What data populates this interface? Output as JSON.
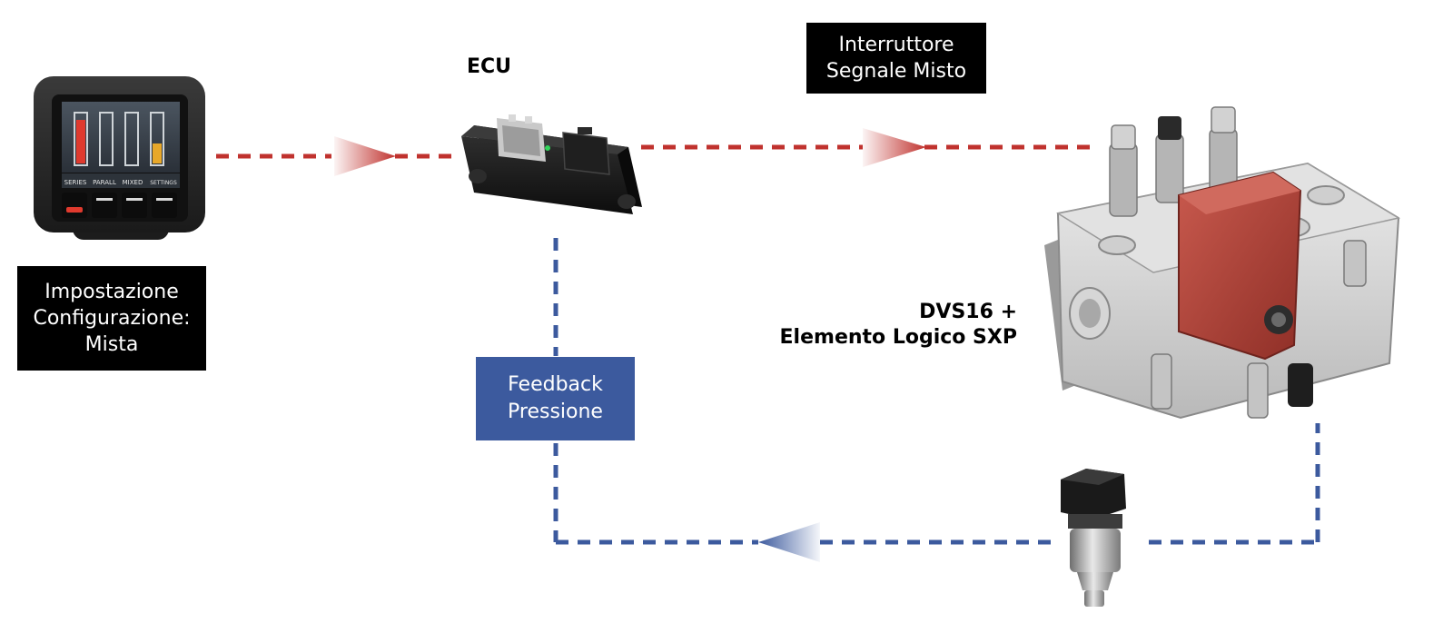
{
  "display_device": {
    "buttons": [
      "SERIES",
      "PARALL",
      "MIXED",
      "SETTINGS"
    ]
  },
  "labels": {
    "config_setting": [
      "Impostazione",
      "Configurazione:",
      "Mista"
    ],
    "ecu": "ECU",
    "switch_signal": [
      "Interruttore",
      "Segnale Misto"
    ],
    "pressure_feedback": [
      "Feedback",
      "Pressione"
    ],
    "valve_block": [
      "DVS16 +",
      "Elemento Logico SXP"
    ]
  },
  "colors": {
    "signal_line": "#c0322e",
    "feedback_line": "#3c5a9e",
    "valve_red": "#b5443a",
    "label_bg": "#000000",
    "feedback_box": "#3c5a9e"
  },
  "icons": [
    "display-device",
    "ecu-module",
    "directional-valve-block",
    "pressure-sensor"
  ]
}
